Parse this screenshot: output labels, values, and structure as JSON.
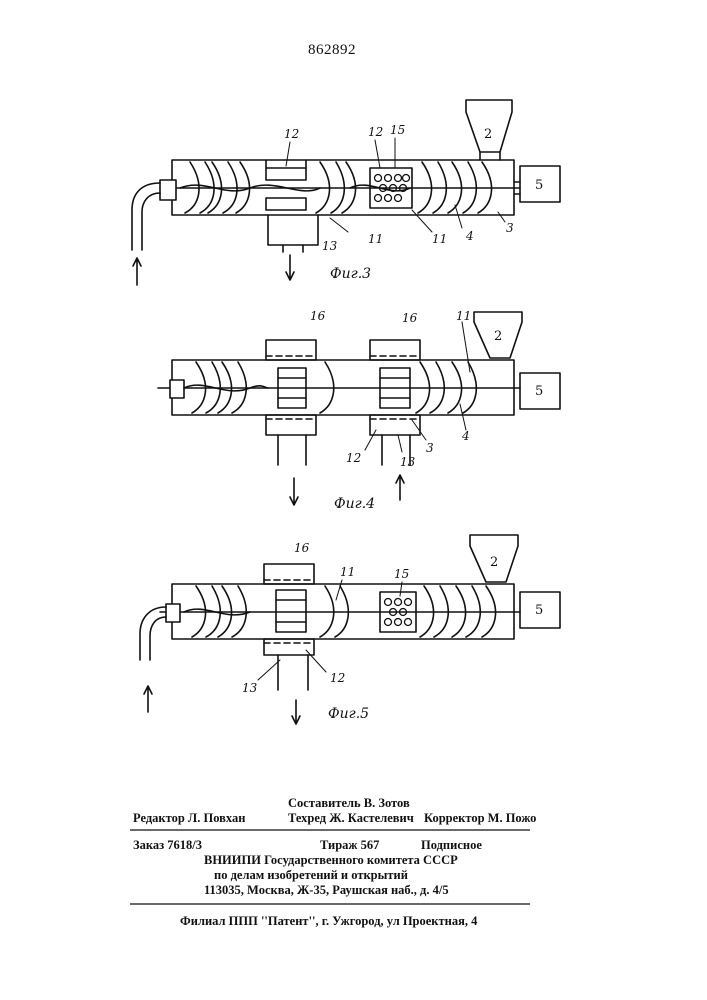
{
  "page_number": "862892",
  "figures": [
    {
      "caption": "Фиг.3",
      "labels": {
        "l12a": "12",
        "l12b": "12",
        "l15": "15",
        "l2": "2",
        "l5": "5",
        "l13": "13",
        "l11a": "11",
        "l11b": "11",
        "l4": "4",
        "l3": "3"
      }
    },
    {
      "caption": "Фиг.4",
      "labels": {
        "l16a": "16",
        "l16b": "16",
        "l11": "11",
        "l2": "2",
        "l5": "5",
        "l3": "3",
        "l4": "4",
        "l12": "12",
        "l13": "13"
      }
    },
    {
      "caption": "Фиг.5",
      "labels": {
        "l16": "16",
        "l11": "11",
        "l15": "15",
        "l2": "2",
        "l5": "5",
        "l13": "13",
        "l12": "12"
      }
    }
  ],
  "imprint": {
    "compiler": "Составитель В. Зотов",
    "editor": "Редактор Л. Повхан",
    "techred": "Техред Ж. Кастелевич",
    "corrector": "Корректор М. Пожо",
    "order": "Заказ  7618/3",
    "circulation": "Тираж  567",
    "subscription": "Подписное",
    "org_line1": "ВНИИПИ  Государственного  комитета  СССР",
    "org_line2": "по делам изобретений и открытий",
    "address": "113035, Москва, Ж-35, Раушская наб., д. 4/5",
    "branch": "Филиал ППП ''Патент'', г. Ужгород, ул Проектная, 4"
  }
}
